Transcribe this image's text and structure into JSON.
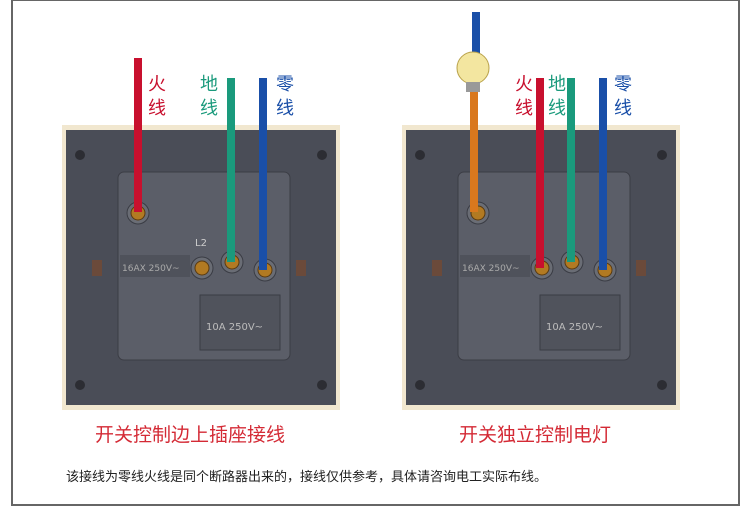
{
  "left_panel": {
    "caption": "开关控制边上插座接线",
    "labels": {
      "live": [
        "火",
        "线"
      ],
      "earth": [
        "地",
        "线"
      ],
      "neutral": [
        "零",
        "线"
      ]
    },
    "terminal_mark": "L2",
    "rating_switch": "16AX 250V~",
    "rating_socket": "10A 250V~"
  },
  "right_panel": {
    "caption": "开关独立控制电灯",
    "labels": {
      "live": [
        "火",
        "线"
      ],
      "earth": [
        "地",
        "线"
      ],
      "neutral": [
        "零",
        "线"
      ]
    },
    "rating_switch": "16AX 250V~",
    "rating_socket": "10A 250V~"
  },
  "footnote": "该接线为零线火线是同个断路器出来的，接线仅供参考，具体请咨询电工实际布线。",
  "colors": {
    "live": "#c8102e",
    "earth": "#1a9a7c",
    "neutral": "#1a4fa8",
    "switched": "#d9781e",
    "plate": "#4a4d57",
    "frame": "#f1e7cf"
  }
}
